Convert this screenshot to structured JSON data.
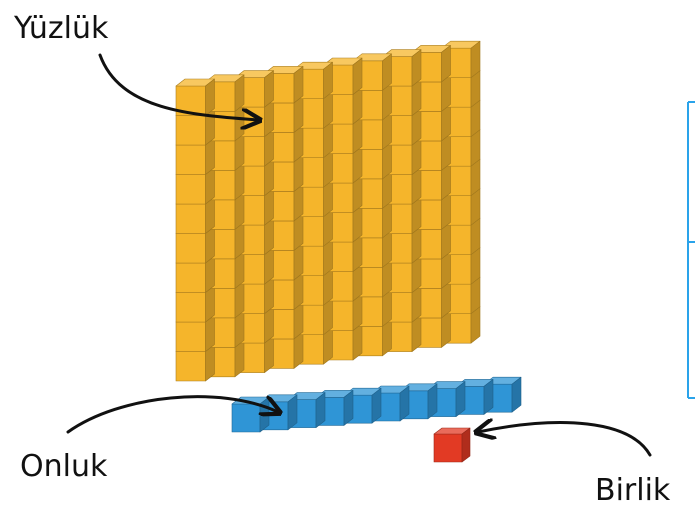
{
  "labels": {
    "hundred": "Yüzlük",
    "ten": "Onluk",
    "one": "Birlik"
  },
  "blocks": {
    "hundred": {
      "value": 100,
      "grid": [
        10,
        10
      ],
      "color": "#f5b52b"
    },
    "ten": {
      "value": 10,
      "count": 10,
      "color": "#2f95d6"
    },
    "one": {
      "value": 1,
      "count": 1,
      "color": "#e23a24"
    }
  },
  "colors": {
    "ink": "#111111",
    "frame": "#2aa3ea"
  }
}
